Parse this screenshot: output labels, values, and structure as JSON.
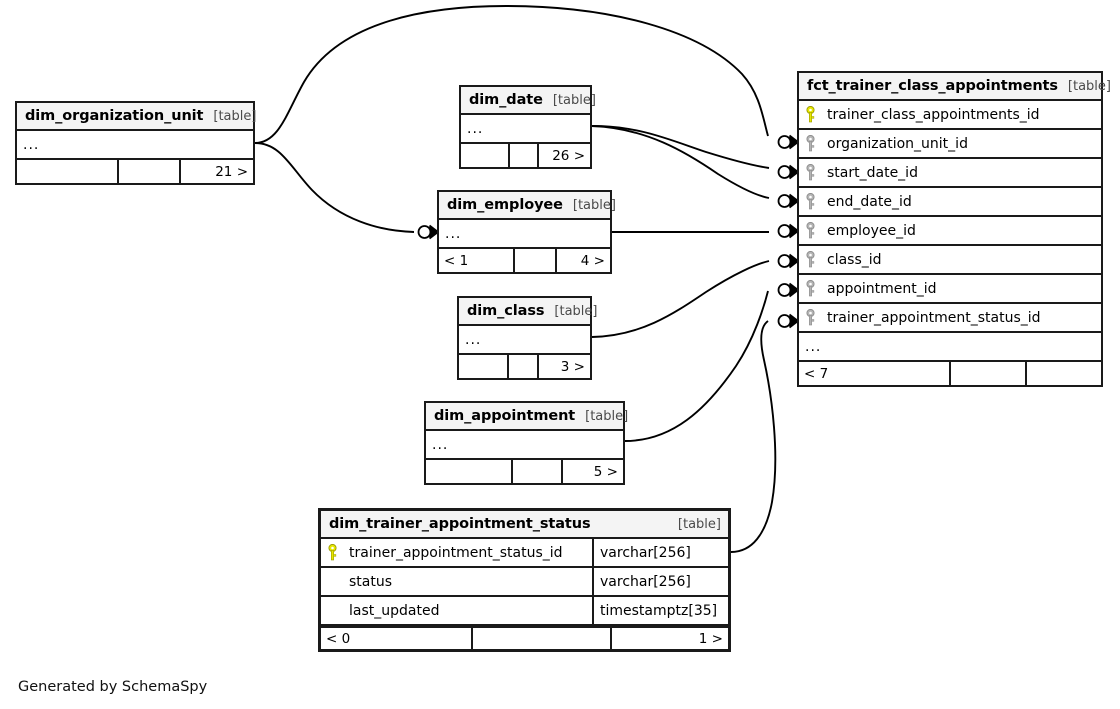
{
  "diagram": {
    "type": "entity-relationship-diagram",
    "generator_caption": "Generated by SchemaSpy",
    "table_tag": "[table]",
    "ellipsis": "...",
    "colors": {
      "primary_key_icon": "#e8e800",
      "foreign_key_icon": "#b4b4b4",
      "border": "#1a1a1a",
      "header_background": "#f4f4f4",
      "background": "#ffffff"
    }
  },
  "tables": {
    "fct_trainer_class_appointments": {
      "name": "fct_trainer_class_appointments",
      "tag": "[table]",
      "focused": false,
      "columns": [
        {
          "name": "trainer_class_appointments_id",
          "key": "primary"
        },
        {
          "name": "organization_unit_id",
          "key": "foreign"
        },
        {
          "name": "start_date_id",
          "key": "foreign"
        },
        {
          "name": "end_date_id",
          "key": "foreign"
        },
        {
          "name": "employee_id",
          "key": "foreign"
        },
        {
          "name": "class_id",
          "key": "foreign"
        },
        {
          "name": "appointment_id",
          "key": "foreign"
        },
        {
          "name": "trainer_appointment_status_id",
          "key": "foreign"
        }
      ],
      "more_columns": "...",
      "footer": {
        "left": "< 7",
        "middle": "",
        "right": ""
      }
    },
    "dim_organization_unit": {
      "name": "dim_organization_unit",
      "tag": "[table]",
      "focused": false,
      "more_columns": "...",
      "footer": {
        "left": "",
        "middle": "",
        "right": "21 >"
      }
    },
    "dim_date": {
      "name": "dim_date",
      "tag": "[table]",
      "focused": false,
      "more_columns": "...",
      "footer": {
        "left": "",
        "middle": "",
        "right": "26 >"
      }
    },
    "dim_employee": {
      "name": "dim_employee",
      "tag": "[table]",
      "focused": false,
      "more_columns": "...",
      "footer": {
        "left": "< 1",
        "middle": "",
        "right": "4 >"
      }
    },
    "dim_class": {
      "name": "dim_class",
      "tag": "[table]",
      "focused": false,
      "more_columns": "...",
      "footer": {
        "left": "",
        "middle": "",
        "right": "3 >"
      }
    },
    "dim_appointment": {
      "name": "dim_appointment",
      "tag": "[table]",
      "focused": false,
      "more_columns": "...",
      "footer": {
        "left": "",
        "middle": "",
        "right": "5 >"
      }
    },
    "dim_trainer_appointment_status": {
      "name": "dim_trainer_appointment_status",
      "tag": "[table]",
      "focused": true,
      "columns": [
        {
          "name": "trainer_appointment_status_id",
          "type": "varchar[256]",
          "key": "primary"
        },
        {
          "name": "status",
          "type": "varchar[256]",
          "key": "none"
        },
        {
          "name": "last_updated",
          "type": "timestamptz[35]",
          "key": "none"
        }
      ],
      "footer": {
        "left": "< 0",
        "middle": "",
        "right": "1 >"
      }
    }
  },
  "relationships": [
    {
      "from": "dim_organization_unit",
      "to": "fct_trainer_class_appointments.organization_unit_id"
    },
    {
      "from": "dim_date",
      "to": "fct_trainer_class_appointments.start_date_id"
    },
    {
      "from": "dim_date",
      "to": "fct_trainer_class_appointments.end_date_id"
    },
    {
      "from": "dim_organization_unit",
      "to": "dim_employee"
    },
    {
      "from": "dim_employee",
      "to": "fct_trainer_class_appointments.employee_id"
    },
    {
      "from": "dim_class",
      "to": "fct_trainer_class_appointments.class_id"
    },
    {
      "from": "dim_appointment",
      "to": "fct_trainer_class_appointments.appointment_id"
    },
    {
      "from": "dim_trainer_appointment_status",
      "to": "fct_trainer_class_appointments.trainer_appointment_status_id"
    }
  ]
}
